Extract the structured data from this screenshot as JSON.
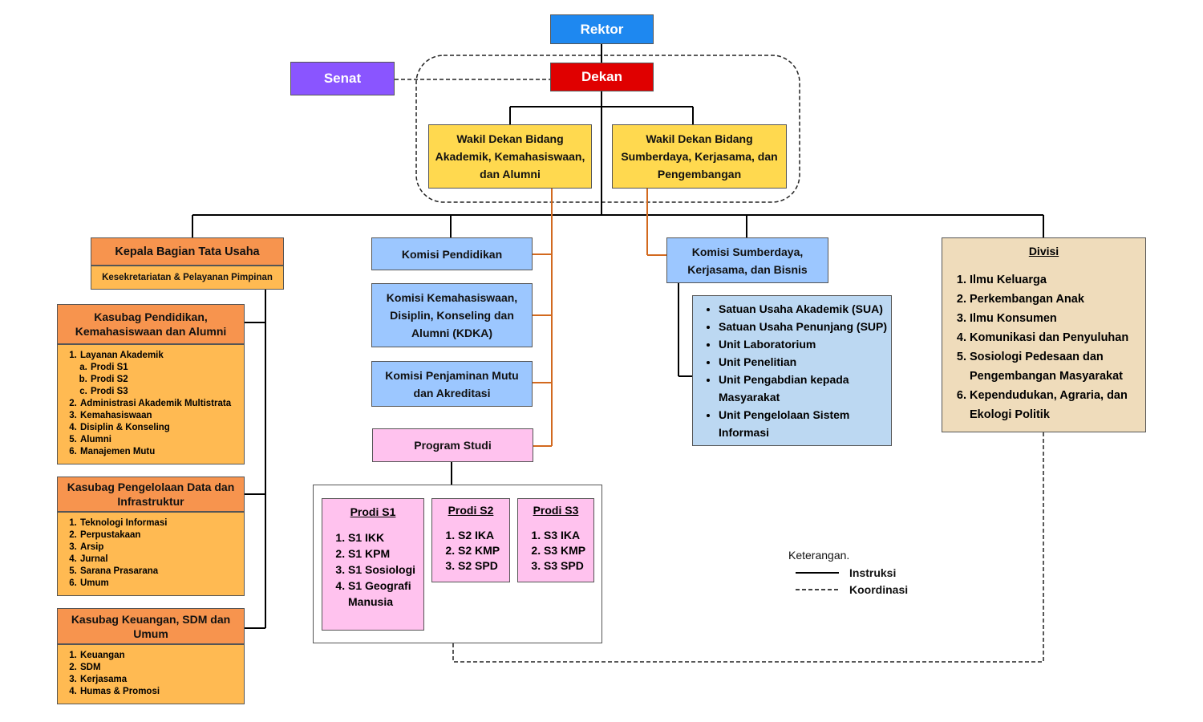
{
  "nodes": {
    "rektor": "Rektor",
    "dekan": "Dekan",
    "senat": "Senat",
    "wakil_akademik": "Wakil Dekan Bidang Akademik, Kemahasiswaan, dan Alumni",
    "wakil_sumberdaya": "Wakil Dekan Bidang Sumberdaya, Kerjasama, dan Pengembangan",
    "kepala_bagian": "Kepala Bagian Tata Usaha",
    "kepala_bagian_sub": "Kesekretariatan & Pelayanan Pimpinan",
    "komisi_pendidikan": "Komisi Pendidikan",
    "komisi_kdka": "Komisi Kemahasiswaan, Disiplin, Konseling dan Alumni (KDKA)",
    "komisi_penjaminan": "Komisi Penjaminan Mutu dan Akreditasi",
    "program_studi": "Program Studi",
    "komisi_sumberdaya": "Komisi Sumberdaya, Kerjasama, dan Bisnis"
  },
  "kasubag": [
    {
      "title": "Kasubag Pendidikan, Kemahasiswaan dan Alumni",
      "items": [
        "Layanan Akademik",
        "Administrasi Akademik Multistrata",
        "Kemahasiswaan",
        "Disiplin & Konseling",
        "Alumni",
        "Manajemen Mutu"
      ],
      "subitems": [
        "Prodi S1",
        "Prodi S2",
        "Prodi S3"
      ]
    },
    {
      "title": "Kasubag Pengelolaan Data dan Infrastruktur",
      "items": [
        "Teknologi Informasi",
        "Perpustakaan",
        "Arsip",
        "Jurnal",
        "Sarana Prasarana",
        "Umum"
      ]
    },
    {
      "title": "Kasubag Keuangan, SDM dan Umum",
      "items": [
        "Keuangan",
        "SDM",
        "Kerjasama",
        "Humas & Promosi"
      ]
    }
  ],
  "units": [
    "Satuan Usaha Akademik (SUA)",
    "Satuan Usaha Penunjang (SUP)",
    "Unit Laboratorium",
    "Unit Penelitian",
    "Unit Pengabdian kepada Masyarakat",
    "Unit Pengelolaan Sistem Informasi"
  ],
  "divisi": {
    "title": "Divisi",
    "items": [
      "Ilmu Keluarga",
      "Perkembangan Anak",
      "Ilmu Konsumen",
      "Komunikasi dan Penyuluhan",
      "Sosiologi Pedesaan dan Pengembangan Masyarakat",
      "Kependudukan, Agraria, dan Ekologi Politik"
    ]
  },
  "prodi": [
    {
      "title": "Prodi S1",
      "items": [
        "S1 IKK",
        "S1 KPM",
        "S1 Sosiologi",
        "S1 Geografi Manusia"
      ]
    },
    {
      "title": "Prodi S2",
      "items": [
        "S2 IKA",
        "S2 KMP",
        "S2 SPD"
      ]
    },
    {
      "title": "Prodi S3",
      "items": [
        "S3 IKA",
        "S3 KMP",
        "S3 SPD"
      ]
    }
  ],
  "legend": {
    "title": "Keterangan.",
    "instruksi": "Instruksi",
    "koordinasi": "Koordinasi"
  },
  "colors": {
    "rektor": "#1e88f0",
    "dekan": "#e00000",
    "senat": "#8a55ff",
    "wakil": "#ffd94f",
    "komisi": "#9cc7ff",
    "units": "#bcd8f2",
    "prodi": "#ffc2ee",
    "kasubag_header": "#f7944e",
    "kasubag_body": "#ffba52",
    "divisi": "#efdcbb",
    "orange_line": "#d2691e"
  }
}
